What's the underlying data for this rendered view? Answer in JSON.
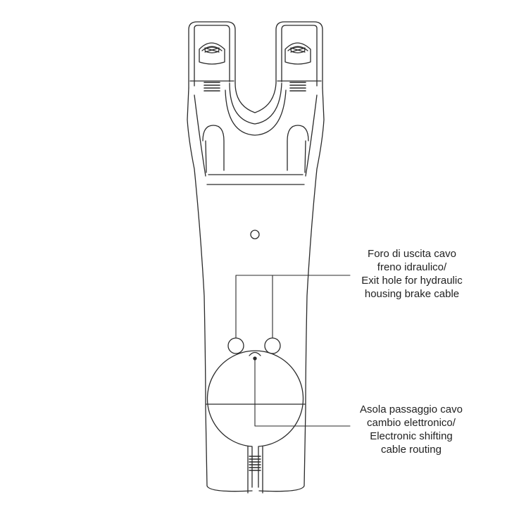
{
  "colors": {
    "line": "#2a2a2a",
    "background": "#ffffff",
    "text": "#222222"
  },
  "annotations": {
    "brake_exit": {
      "lines": [
        "Foro di uscita cavo",
        "freno idraulico/",
        "Exit hole for hydraulic",
        "housing brake cable"
      ]
    },
    "shift_routing": {
      "lines": [
        "Asola passaggio cavo",
        "cambio elettronico/",
        "Electronic shifting",
        "cable routing"
      ]
    }
  }
}
